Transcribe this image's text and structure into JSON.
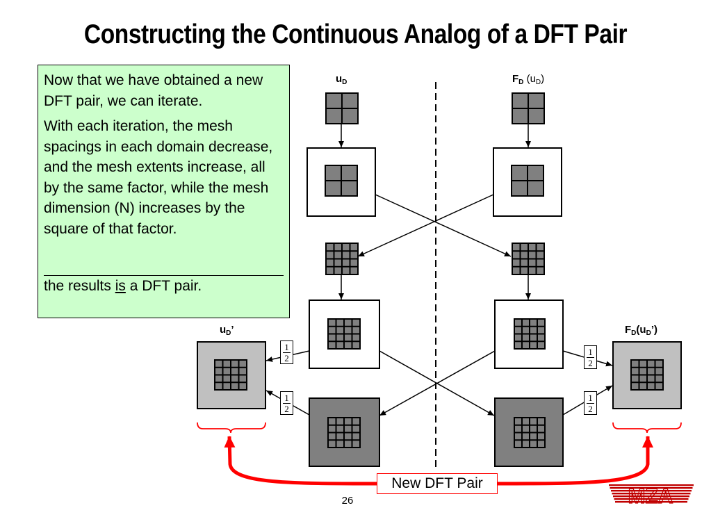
{
  "title": "Constructing the Continuous Analog of a DFT Pair",
  "callout": {
    "paragraph_1": "Now that we have obtained a new DFT pair, we can iterate.",
    "paragraph_2": "With each iteration, the mesh spacings in each domain decrease, and the mesh extents increase, all by the same factor, while the mesh dimension (N) increases by the square of that factor.",
    "overflow_prefix": "the results ",
    "overflow_underlined": "is",
    "overflow_suffix": " a DFT pair."
  },
  "labels": {
    "u_d_main": "u",
    "u_d_sub": "D",
    "f_d_main": "F",
    "f_d_sub": "D",
    "f_d_arg_open": " (u",
    "f_d_arg_sub": "D",
    "f_d_arg_close": ")",
    "u_d_prime_main": "u",
    "u_d_prime_sub": "D",
    "u_d_prime_tick": "’",
    "f_d_prime_main": "F",
    "f_d_prime_sub": "D",
    "f_d_prime_open": "(u",
    "f_d_prime_sub2": "D",
    "f_d_prime_close": "’)"
  },
  "fraction": {
    "numerator": "1",
    "denominator": "2"
  },
  "new_pair_label": "New DFT Pair",
  "page_number": "26",
  "logo_text": "MZA",
  "colors": {
    "callout_bg": "#ccffcc",
    "dark_fill": "#808080",
    "mid_fill": "#c0c0c0",
    "arrow_red": "#ff0000",
    "logo_red": "#c00000"
  }
}
